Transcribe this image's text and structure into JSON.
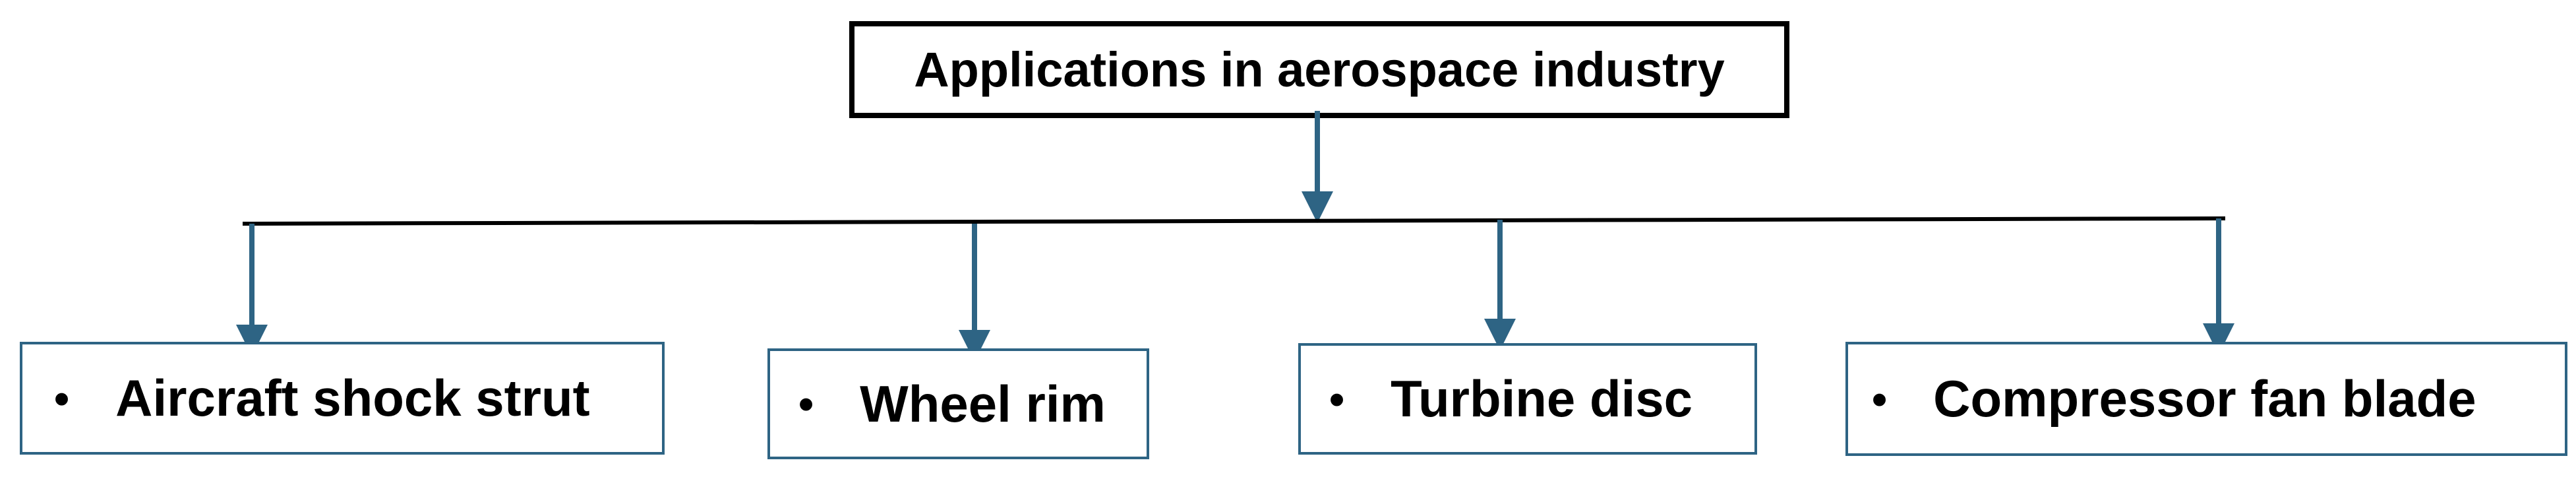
{
  "root": {
    "label": "Applications in  aerospace industry"
  },
  "children": [
    {
      "bullet": "•",
      "label": "Aircraft shock strut"
    },
    {
      "bullet": "•",
      "label": "Wheel rim"
    },
    {
      "bullet": "•",
      "label": "Turbine disc"
    },
    {
      "bullet": "•",
      "label": "Compressor fan blade"
    }
  ],
  "colors": {
    "root_border": "#000000",
    "child_border": "#2e6484",
    "connector_line": "#000000",
    "arrow": "#2e6484",
    "text": "#000000"
  }
}
